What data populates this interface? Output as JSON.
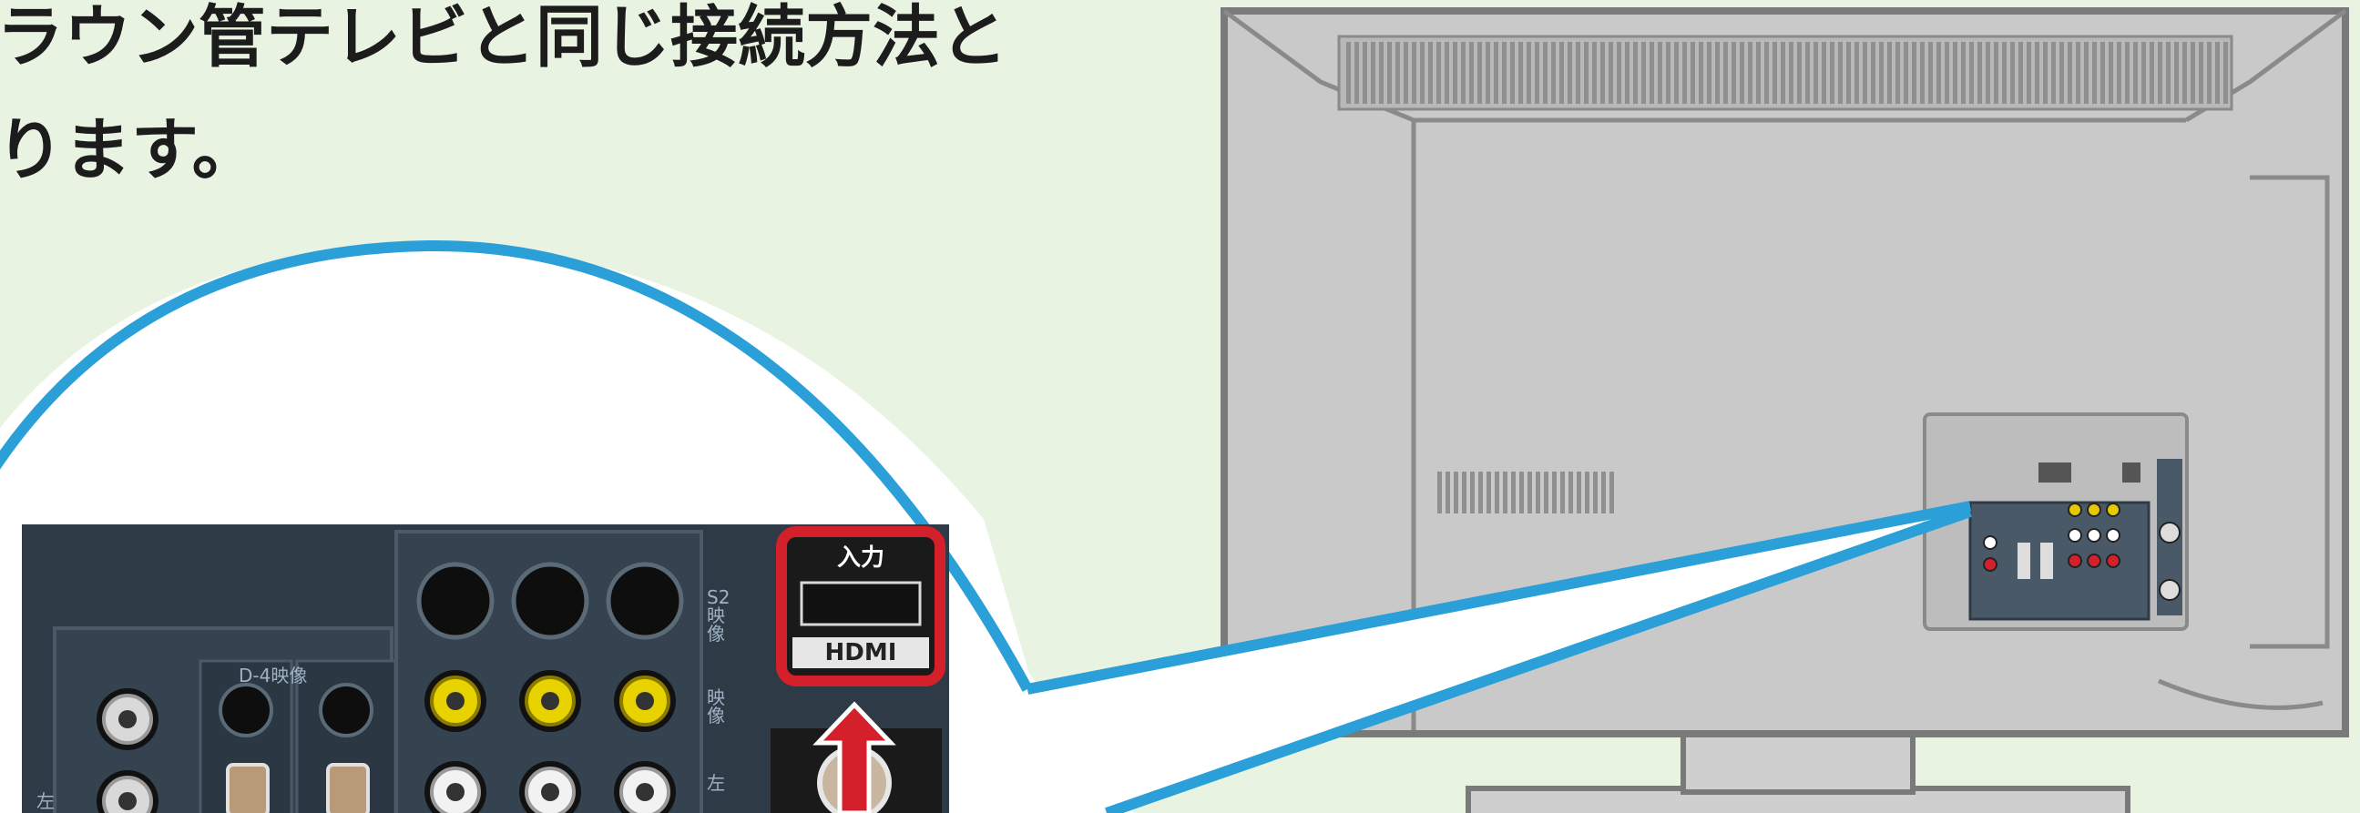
{
  "caption": {
    "line1": "ラウン管テレビと同じ接続方法と",
    "line2": "ります。"
  },
  "panel_labels": {
    "hdmi_top": "入力",
    "hdmi_bottom": "HDMI",
    "d4": "D-4映像",
    "s2": "S2映像",
    "video": "映像",
    "audio_l": "左"
  },
  "colors": {
    "background": "#e8f3e2",
    "callout_blue": "#2a9fd8",
    "highlight_red": "#d4202a",
    "tv_body": "#c9c9c9",
    "tv_outline": "#7a7a7a",
    "panel_dark": "#2e3b47"
  }
}
